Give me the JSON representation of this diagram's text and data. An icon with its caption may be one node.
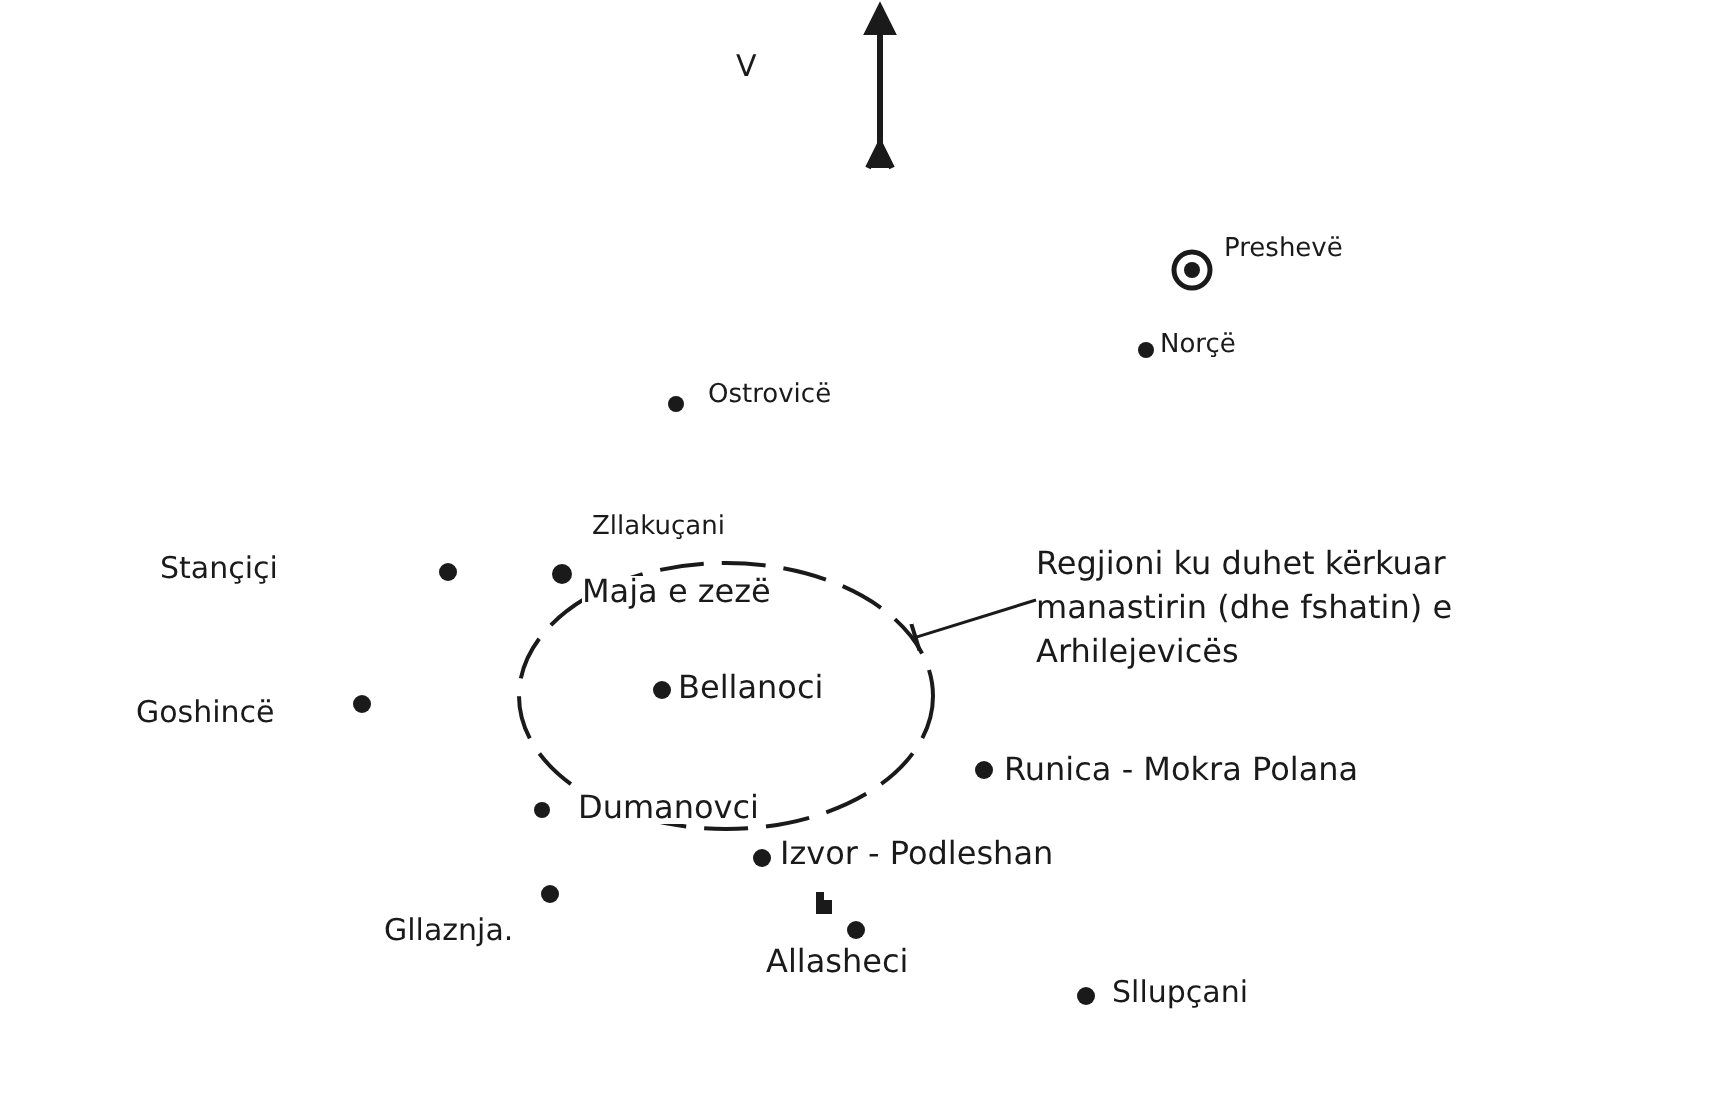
{
  "diagram": {
    "nodes": [
      {
        "text": [],
        "shape": "circle"
      },
      {
        "text": [
          "Regjioni ku duhet kërkuar manastirin (dhe fshatin) e Arhilejevicës"
        ]
      }
    ],
    "edges": [
      {
        "from": 1,
        "to": 0,
        "arrow": "other"
      }
    ],
    "labels": [
      "V",
      "Preshevë",
      "Norçë",
      "Ostrovicë",
      "Zllakuçani",
      "Stançiçi",
      "Maja e zezë",
      "Goshincë",
      "Bellanoci",
      "Runica - Mokra Polana",
      "Dumanovci",
      "Izvor - Podleshan",
      "Gllaznja.",
      "Allasheci",
      "Sllupçani"
    ]
  }
}
